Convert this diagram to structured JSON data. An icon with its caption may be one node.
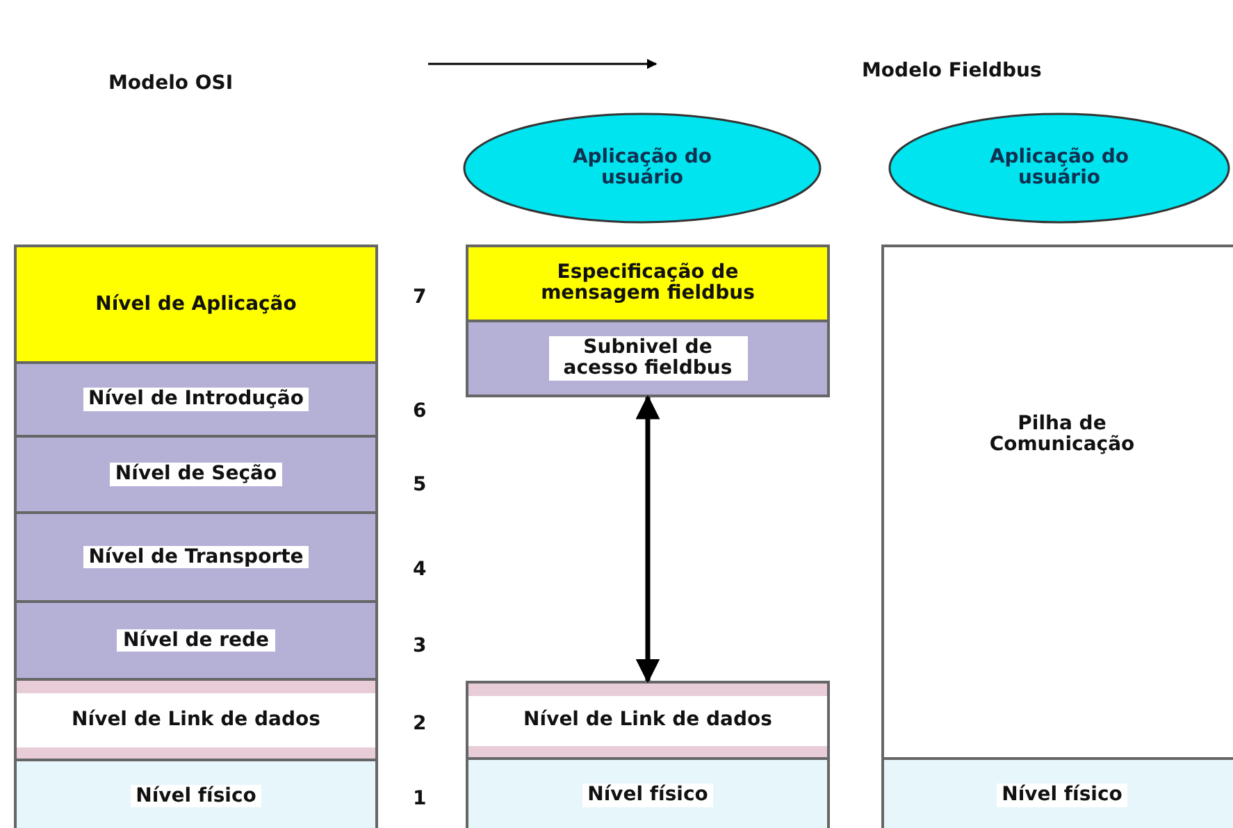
{
  "diagram": {
    "nodes": [
      {
        "text": [
          "Nível de Aplicação"
        ]
      },
      {
        "text": [
          "Nível de Introdução"
        ]
      },
      {
        "text": [
          "Nível de Seção"
        ]
      },
      {
        "text": [
          "Nível de Transporte"
        ]
      },
      {
        "text": [
          "Nível de rede"
        ]
      },
      {
        "text": [
          "Nível de Link de dados"
        ]
      },
      {
        "text": [
          "Nível físico"
        ]
      },
      {
        "text": [
          "Aplicação do usuário"
        ]
      },
      {
        "text": [
          "Especificação de mensagem fieldbus"
        ]
      },
      {
        "text": [
          "Subnivel de acesso fieldbus"
        ]
      },
      {
        "text": [
          "Nível de Link de dados"
        ]
      },
      {
        "text": [
          "Nível físico"
        ]
      },
      {
        "text": [
          "Aplicação do usuário"
        ]
      },
      {
        "text": [
          "Pilha de Comunicação"
        ]
      },
      {
        "text": [
          "Nível físico"
        ],
        "in": 13
      }
    ],
    "edges": [
      {
        "from": 9,
        "to": 10,
        "arrow": "both"
      }
    ],
    "labels": [
      "Modelo OSI",
      "Modelo Fieldbus",
      "7",
      "6",
      "5",
      "4",
      "3",
      "2",
      "1"
    ]
  }
}
